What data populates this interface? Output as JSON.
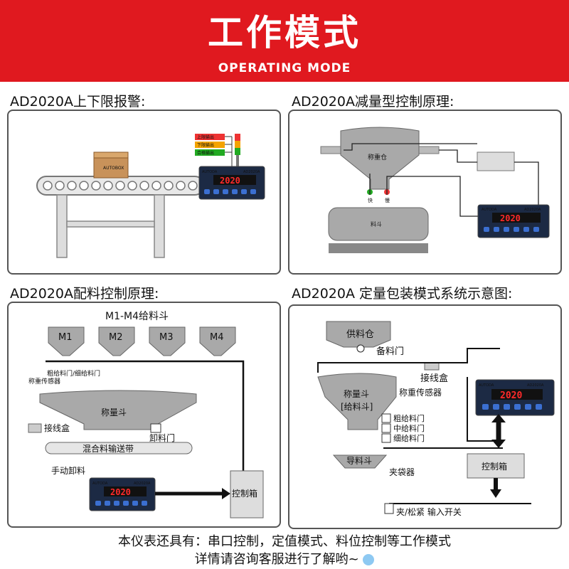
{
  "header": {
    "title": "工作模式",
    "subtitle": "OPERATING MODE"
  },
  "panels": {
    "p1": {
      "title": "AD2020A上下限报警:",
      "box_label": "AUTOBOX",
      "lights": [
        "上限输出",
        "下限输出",
        "合格输出"
      ],
      "display_value": "2020",
      "brand": "AUTODA",
      "model": "AD2020A"
    },
    "p2": {
      "title": "AD2020A减量型控制原理:",
      "hopper_label": "称重仓",
      "valve_fast": "快",
      "valve_slow": "慢",
      "bin_label": "料斗",
      "display_value": "2020",
      "brand": "AUTODA",
      "model": "AD2020A"
    },
    "p3": {
      "title": "AD2020A配料控制原理:",
      "hoppers_title": "M1-M4给料斗",
      "hoppers": [
        "M1",
        "M2",
        "M3",
        "M4"
      ],
      "gate_label": "粗给料门/细给料门",
      "sensor_label": "称重传感器",
      "weigh_hopper": "称量斗",
      "junction_box": "接线盒",
      "discharge_gate": "卸料门",
      "conveyor": "混合料输送带",
      "manual": "手动卸料",
      "control_box": "控制箱",
      "display_value": "2020",
      "brand": "AUTODA",
      "model": "AD2020A"
    },
    "p4": {
      "title": "AD2020A 定量包装模式系统示意图:",
      "supply_bin": "供料仓",
      "standby_gate": "备料门",
      "junction_box": "接线盒",
      "sensor_label": "称重传感器",
      "weigh_hopper": "称量斗",
      "feed_hopper": "[给料斗]",
      "gates": [
        "粗给料门",
        "中给料门",
        "细给料门"
      ],
      "guide_hopper": "导料斗",
      "bag_clamp": "夹袋器",
      "control_box": "控制箱",
      "switch_label": "夹/松紧 输入开关",
      "display_value": "2020",
      "brand": "AUTODA",
      "model": "AD2020A"
    }
  },
  "footer": {
    "line1": "本仪表还具有：串口控制，定值模式、料位控制等工作模式",
    "line2": "详情请咨询客服进行了解哟~"
  },
  "colors": {
    "accent": "#e0191f",
    "display_bg": "#1c2a44",
    "led": "#ff2a2a"
  }
}
